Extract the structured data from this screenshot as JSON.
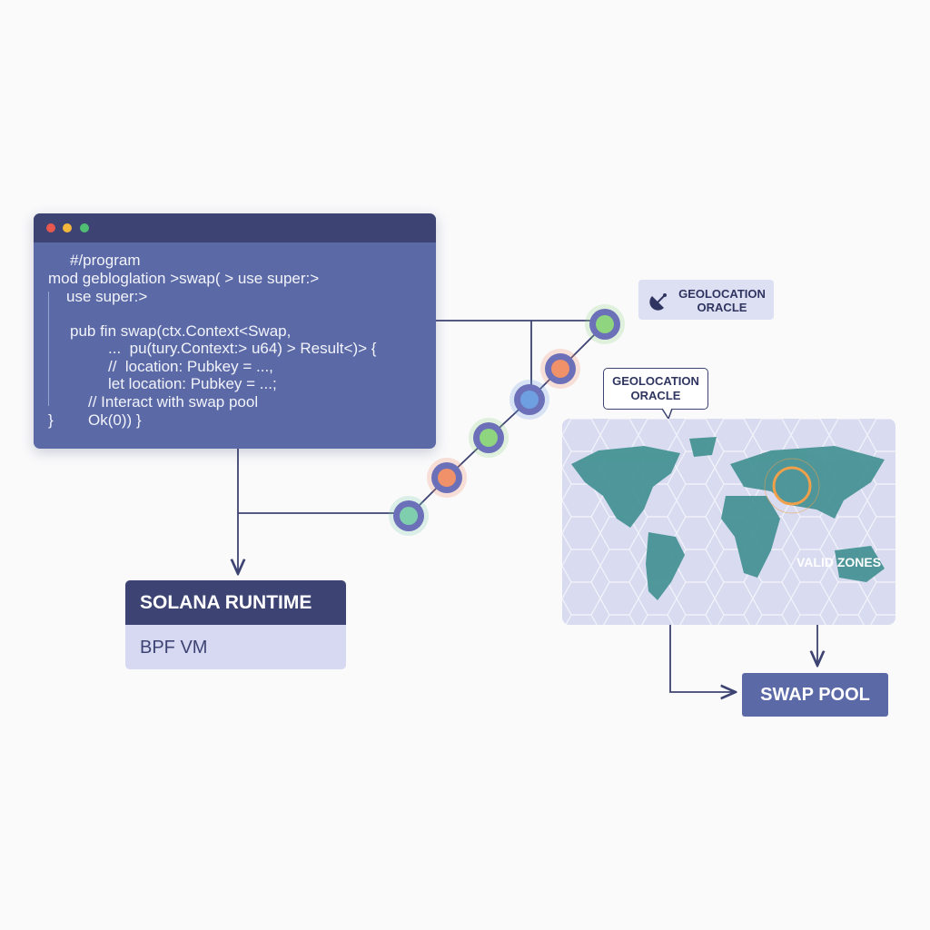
{
  "code_window": {
    "lines": [
      "#/program",
      "mod gebloglation >swap( > use super:>",
      "use super:>",
      "pub fin swap(ctx.Context<Swap,",
      "...  pu(tury.Context:> u64) > Result<)> {",
      "//  location: Pubkey = ...,",
      "let location: Pubkey = ...;",
      "// Interact with swap pool",
      "}",
      "Ok(0)) }"
    ],
    "dots": [
      "#e8584f",
      "#f3b73c",
      "#4fbf74"
    ]
  },
  "oracle_label": {
    "title": "GEOLOCATION",
    "subtitle": "ORACLE",
    "icon": "satellite-dish-icon"
  },
  "oracle_bubble": {
    "title": "GEOLOCATION",
    "subtitle": "ORACLE"
  },
  "map": {
    "label": "VALID ZONES",
    "marker_color": "#f0a04b"
  },
  "solana": {
    "title": "SOLANA RUNTIME",
    "subtitle": "BPF VM"
  },
  "swap_pool": {
    "label": "SWAP POOL"
  },
  "chain_nodes": [
    "#7fcfae",
    "#f0916a",
    "#8fd47e",
    "#6e9fe0",
    "#f0916a",
    "#8fd47e"
  ],
  "colors": {
    "primary": "#5b6aa6",
    "dark": "#3d4372",
    "teal": "#3f8f90"
  }
}
